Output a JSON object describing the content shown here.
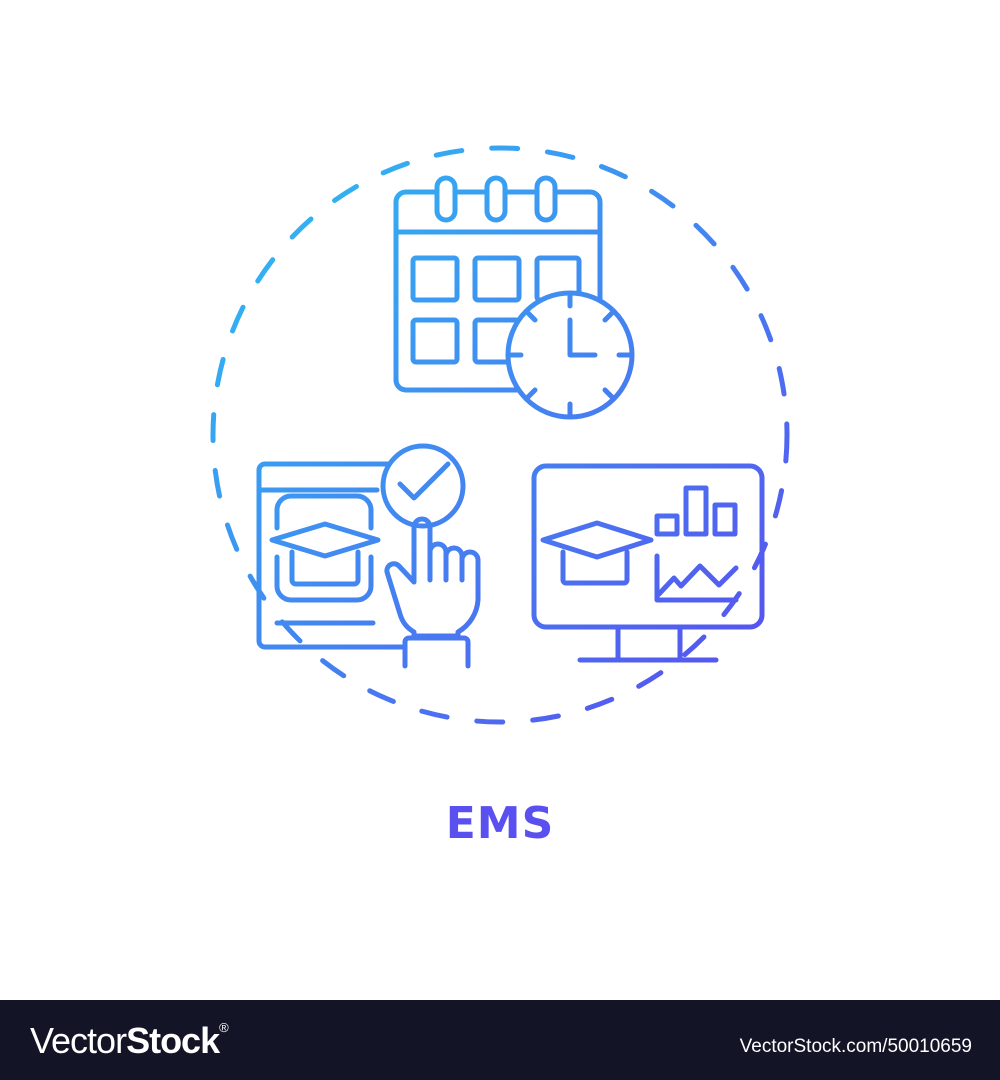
{
  "illustration": {
    "title": "EMS",
    "icons": [
      "calendar-icon",
      "clock-icon",
      "browser-window-icon",
      "graduation-cap-icon",
      "check-circle-icon",
      "pointing-hand-icon",
      "monitor-icon",
      "bar-chart-icon",
      "line-chart-icon"
    ],
    "colors": {
      "gradient_start": "#2bc3f2",
      "gradient_end": "#5b48f0",
      "title": "#5a50f0"
    }
  },
  "footer": {
    "logo_light": "Vector",
    "logo_bold": "Stock",
    "logo_mark": "®",
    "reference": "VectorStock.com/50010659",
    "background": "#131527"
  }
}
